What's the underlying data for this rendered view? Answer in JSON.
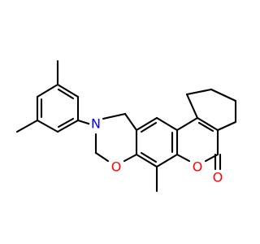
{
  "molecule": {
    "atoms": {
      "nitrogen": {
        "symbol": "N",
        "color": "#0000ff"
      },
      "oxazine_oxygen": {
        "symbol": "O",
        "color": "#ff0000"
      },
      "lactone_ring_oxygen": {
        "symbol": "O",
        "color": "#ff0000"
      },
      "carbonyl_oxygen": {
        "symbol": "O",
        "color": "#ff0000"
      }
    },
    "bond_color": "#000000",
    "background": "#ffffff"
  }
}
